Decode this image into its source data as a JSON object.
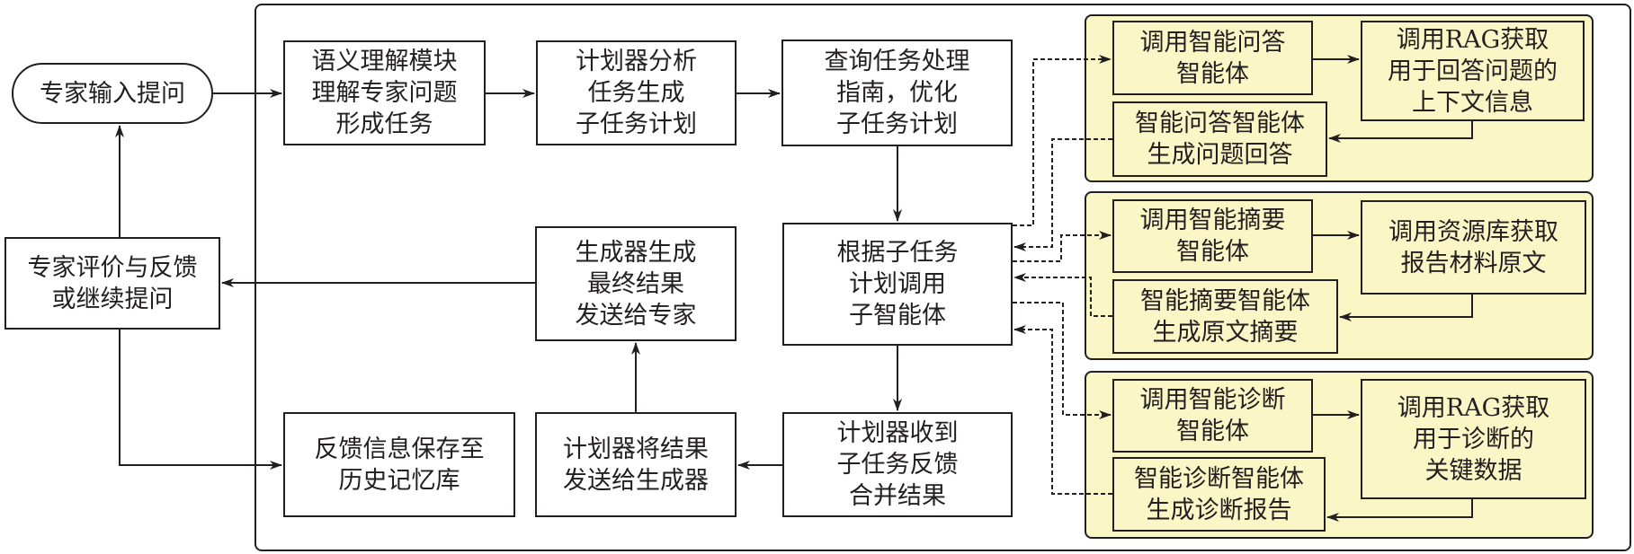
{
  "diagram": {
    "type": "flowchart",
    "external": {
      "expert_input": "专家输入提问",
      "expert_feedback": "专家评价与反馈\n或继续提问"
    },
    "system": {
      "semantic_module": "语义理解模块\n理解专家问题\n形成任务",
      "planner_analyze": "计划器分析\n任务生成\n子任务计划",
      "query_guide": "查询任务处理\n指南，优化\n子任务计划",
      "dispatch_subagents": "根据子任务\n计划调用\n子智能体",
      "planner_collect": "计划器收到\n子任务反馈\n合并结果",
      "planner_send": "计划器将结果\n发送给生成器",
      "generator": "生成器生成\n最终结果\n发送给专家",
      "save_memory": "反馈信息保存至\n历史记忆库"
    },
    "subagents": [
      {
        "name": "qa",
        "invoke": "调用智能问答\n智能体",
        "retrieve": "调用RAG获取\n用于回答问题的\n上下文信息",
        "output": "智能问答智能体\n生成问题回答"
      },
      {
        "name": "summary",
        "invoke": "调用智能摘要\n智能体",
        "retrieve": "调用资源库获取\n报告材料原文",
        "output": "智能摘要智能体\n生成原文摘要"
      },
      {
        "name": "diagnosis",
        "invoke": "调用智能诊断\n智能体",
        "retrieve": "调用RAG获取\n用于诊断的\n关键数据",
        "output": "智能诊断智能体\n生成诊断报告"
      }
    ],
    "edges": [
      {
        "from": "expert_input",
        "to": "semantic_module",
        "style": "solid"
      },
      {
        "from": "semantic_module",
        "to": "planner_analyze",
        "style": "solid"
      },
      {
        "from": "planner_analyze",
        "to": "query_guide",
        "style": "solid"
      },
      {
        "from": "query_guide",
        "to": "dispatch_subagents",
        "style": "solid"
      },
      {
        "from": "dispatch_subagents",
        "to": "qa.invoke",
        "style": "dashed"
      },
      {
        "from": "qa.invoke",
        "to": "qa.retrieve",
        "style": "solid"
      },
      {
        "from": "qa.retrieve",
        "to": "qa.output",
        "style": "solid"
      },
      {
        "from": "qa.output",
        "to": "dispatch_subagents",
        "style": "dashed"
      },
      {
        "from": "dispatch_subagents",
        "to": "summary.invoke",
        "style": "dashed"
      },
      {
        "from": "summary.invoke",
        "to": "summary.retrieve",
        "style": "solid"
      },
      {
        "from": "summary.retrieve",
        "to": "summary.output",
        "style": "solid"
      },
      {
        "from": "summary.output",
        "to": "dispatch_subagents",
        "style": "dashed"
      },
      {
        "from": "dispatch_subagents",
        "to": "diagnosis.invoke",
        "style": "dashed"
      },
      {
        "from": "diagnosis.invoke",
        "to": "diagnosis.retrieve",
        "style": "solid"
      },
      {
        "from": "diagnosis.retrieve",
        "to": "diagnosis.output",
        "style": "solid"
      },
      {
        "from": "diagnosis.output",
        "to": "dispatch_subagents",
        "style": "dashed"
      },
      {
        "from": "dispatch_subagents",
        "to": "planner_collect",
        "style": "solid"
      },
      {
        "from": "planner_collect",
        "to": "planner_send",
        "style": "solid"
      },
      {
        "from": "planner_send",
        "to": "generator",
        "style": "solid"
      },
      {
        "from": "generator",
        "to": "expert_feedback",
        "style": "solid"
      },
      {
        "from": "expert_feedback",
        "to": "expert_input",
        "style": "solid"
      },
      {
        "from": "expert_feedback",
        "to": "save_memory",
        "style": "solid"
      }
    ],
    "colors": {
      "line": "#231f20",
      "panel_fill": "#fbf6c6",
      "box_fill": "#ffffff"
    }
  }
}
